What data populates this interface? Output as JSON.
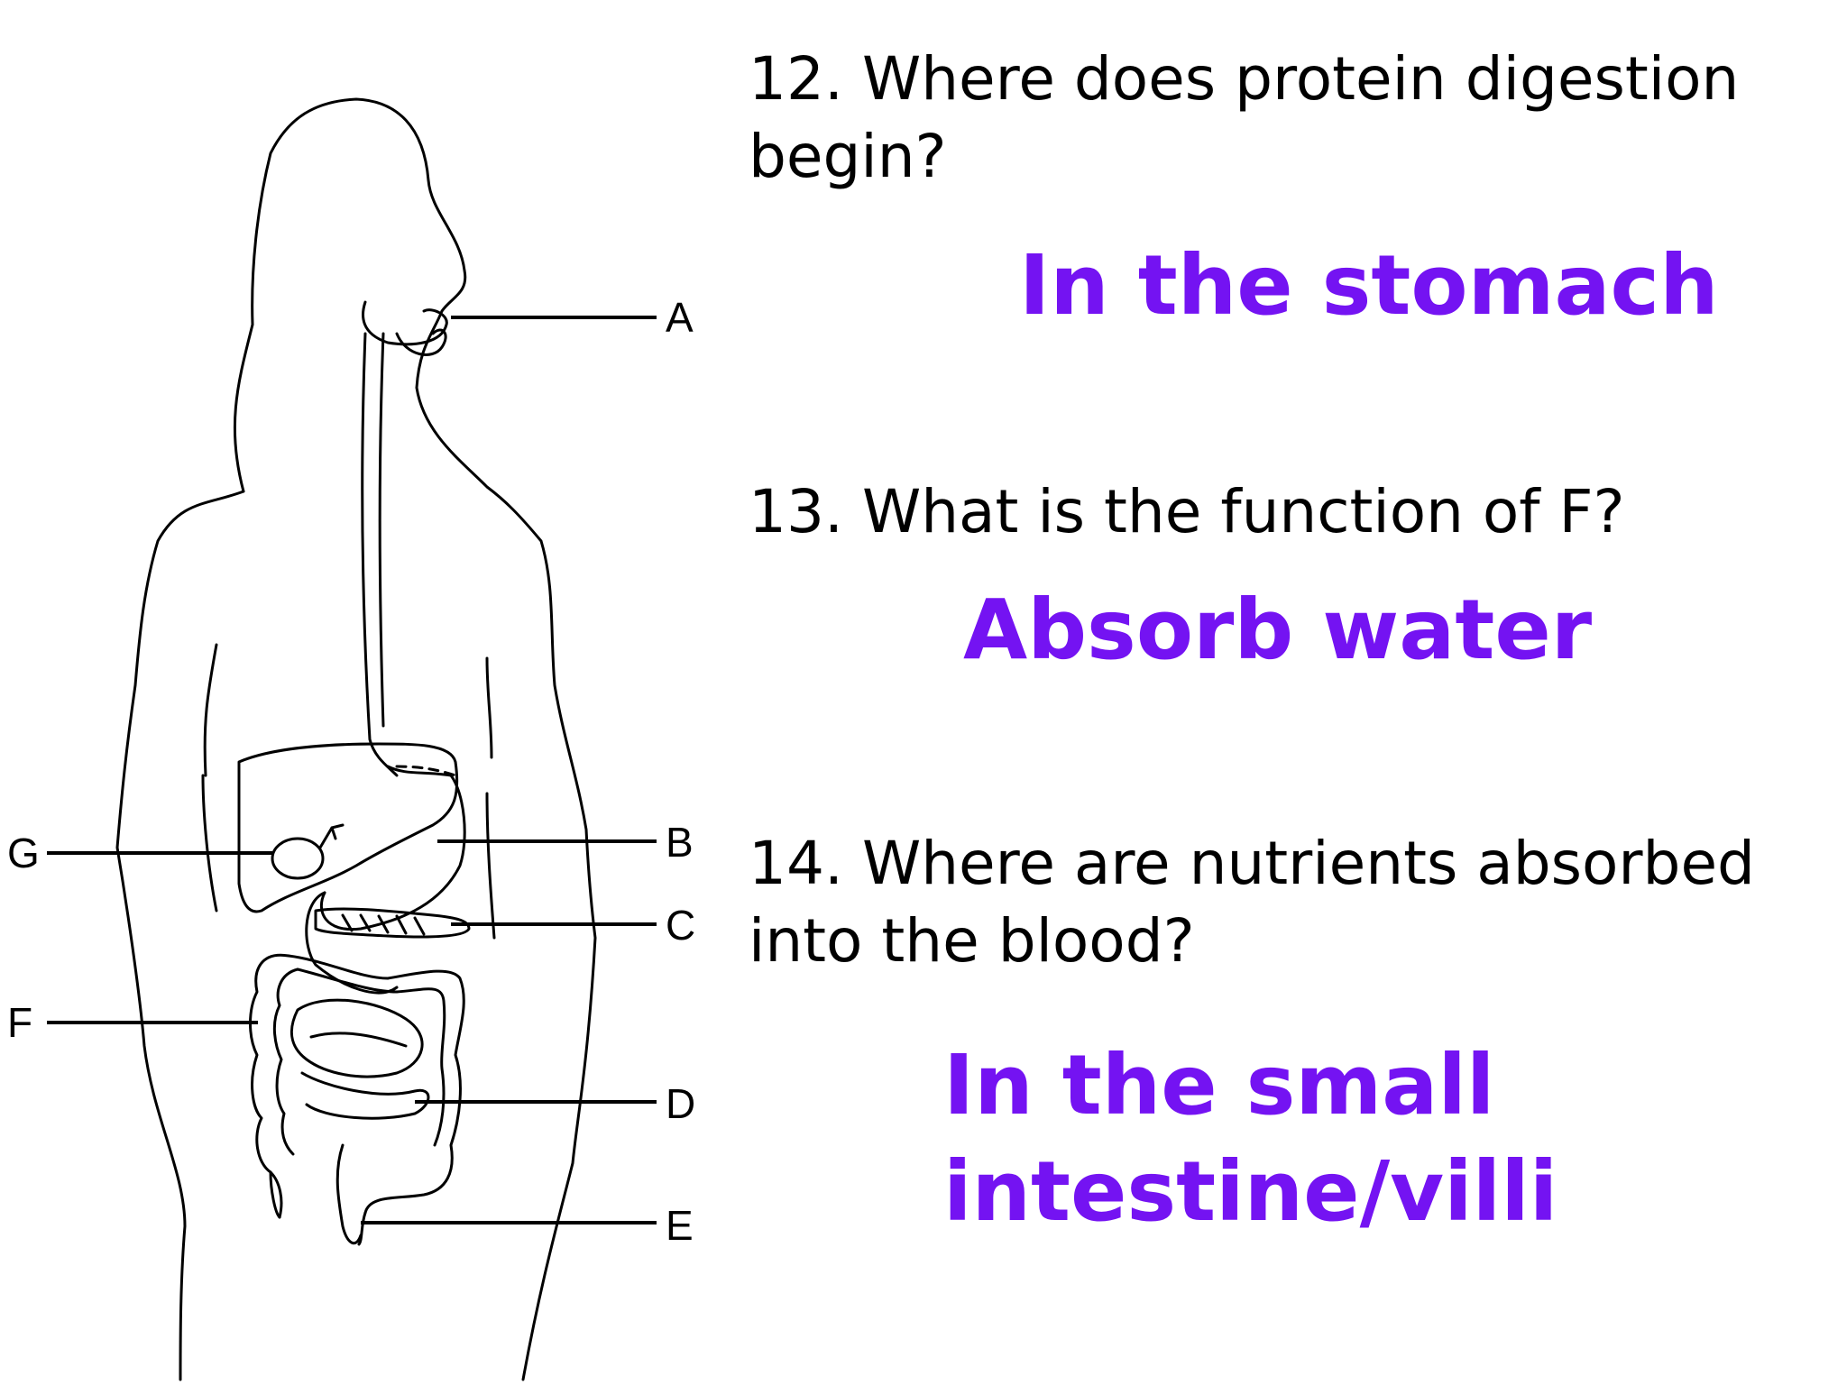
{
  "questions": [
    {
      "text": "12. Where does protein digestion begin?",
      "answer": "In the stomach"
    },
    {
      "text": "13. What is the function of  F?",
      "answer": "Absorb water"
    },
    {
      "text": "14. Where are nutrients absorbed into the blood?",
      "answer": "In the small intestine/villi"
    }
  ],
  "diagram": {
    "labels": {
      "A": "A",
      "B": "B",
      "C": "C",
      "D": "D",
      "E": "E",
      "F": "F",
      "G": "G"
    }
  },
  "colors": {
    "answer": "#7413f2",
    "question": "#000000",
    "line": "#000000"
  }
}
